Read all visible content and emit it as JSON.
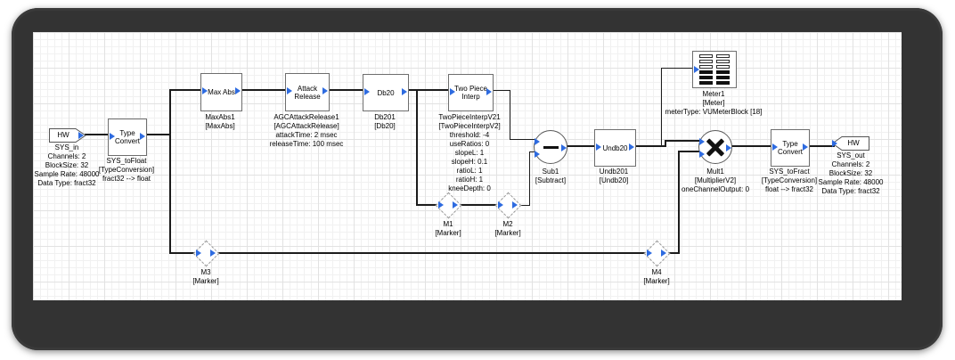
{
  "colors": {
    "frame": "#333333",
    "wire": "#1c1c1c",
    "pin_blue": "#2e6be0",
    "grid_minor": "#f1f1f1",
    "grid_major": "#e2e2e2",
    "canvas_bg": "#ffffff"
  },
  "blocks": {
    "sys_in": {
      "title": "HW",
      "sub": [
        "SYS_in",
        "Channels: 2",
        "BlockSize: 32",
        "Sample Rate: 48000",
        "Data Type: fract32"
      ]
    },
    "sys_tofloat": {
      "title": "Type Convert",
      "sub": [
        "SYS_toFloat",
        "[TypeConversion]",
        "fract32 --> float"
      ]
    },
    "maxabs": {
      "title": "Max Abs",
      "sub": [
        "MaxAbs1",
        "[MaxAbs]"
      ]
    },
    "attackrelease": {
      "title": "Attack Release",
      "sub": [
        "AGCAttackRelease1",
        "[AGCAttackRelease]",
        "attackTime: 2 msec",
        "releaseTime: 100 msec"
      ]
    },
    "db20": {
      "title": "Db20",
      "sub": [
        "Db201",
        "[Db20]"
      ]
    },
    "twopiece": {
      "title": "Two Piece Interp",
      "sub": [
        "TwoPieceInterpV21",
        "[TwoPieceInterpV2]",
        "threshold: -4",
        "useRatios: 0",
        "slopeL: 1",
        "slopeH: 0.1",
        "ratioL: 1",
        "ratioH: 1",
        "kneeDepth: 0"
      ]
    },
    "sub1": {
      "sub": [
        "Sub1",
        "[Subtract]"
      ]
    },
    "undb20": {
      "title": "Undb20",
      "sub": [
        "Undb201",
        "[Undb20]"
      ]
    },
    "meter": {
      "sub": [
        "Meter1",
        "[Meter]",
        "meterType: VUMeterBlock [18]"
      ]
    },
    "mult": {
      "sub": [
        "Mult1",
        "[MultiplierV2]",
        "oneChannelOutput: 0"
      ]
    },
    "sys_tofract": {
      "title": "Type Convert",
      "sub": [
        "SYS_toFract",
        "[TypeConversion]",
        "float --> fract32"
      ]
    },
    "sys_out": {
      "title": "HW",
      "sub": [
        "SYS_out",
        "Channels: 2",
        "BlockSize: 32",
        "Sample Rate: 48000",
        "Data Type: fract32"
      ]
    },
    "m1": {
      "sub": [
        "M1",
        "[Marker]"
      ]
    },
    "m2": {
      "sub": [
        "M2",
        "[Marker]"
      ]
    },
    "m3": {
      "sub": [
        "M3",
        "[Marker]"
      ]
    },
    "m4": {
      "sub": [
        "M4",
        "[Marker]"
      ]
    }
  }
}
